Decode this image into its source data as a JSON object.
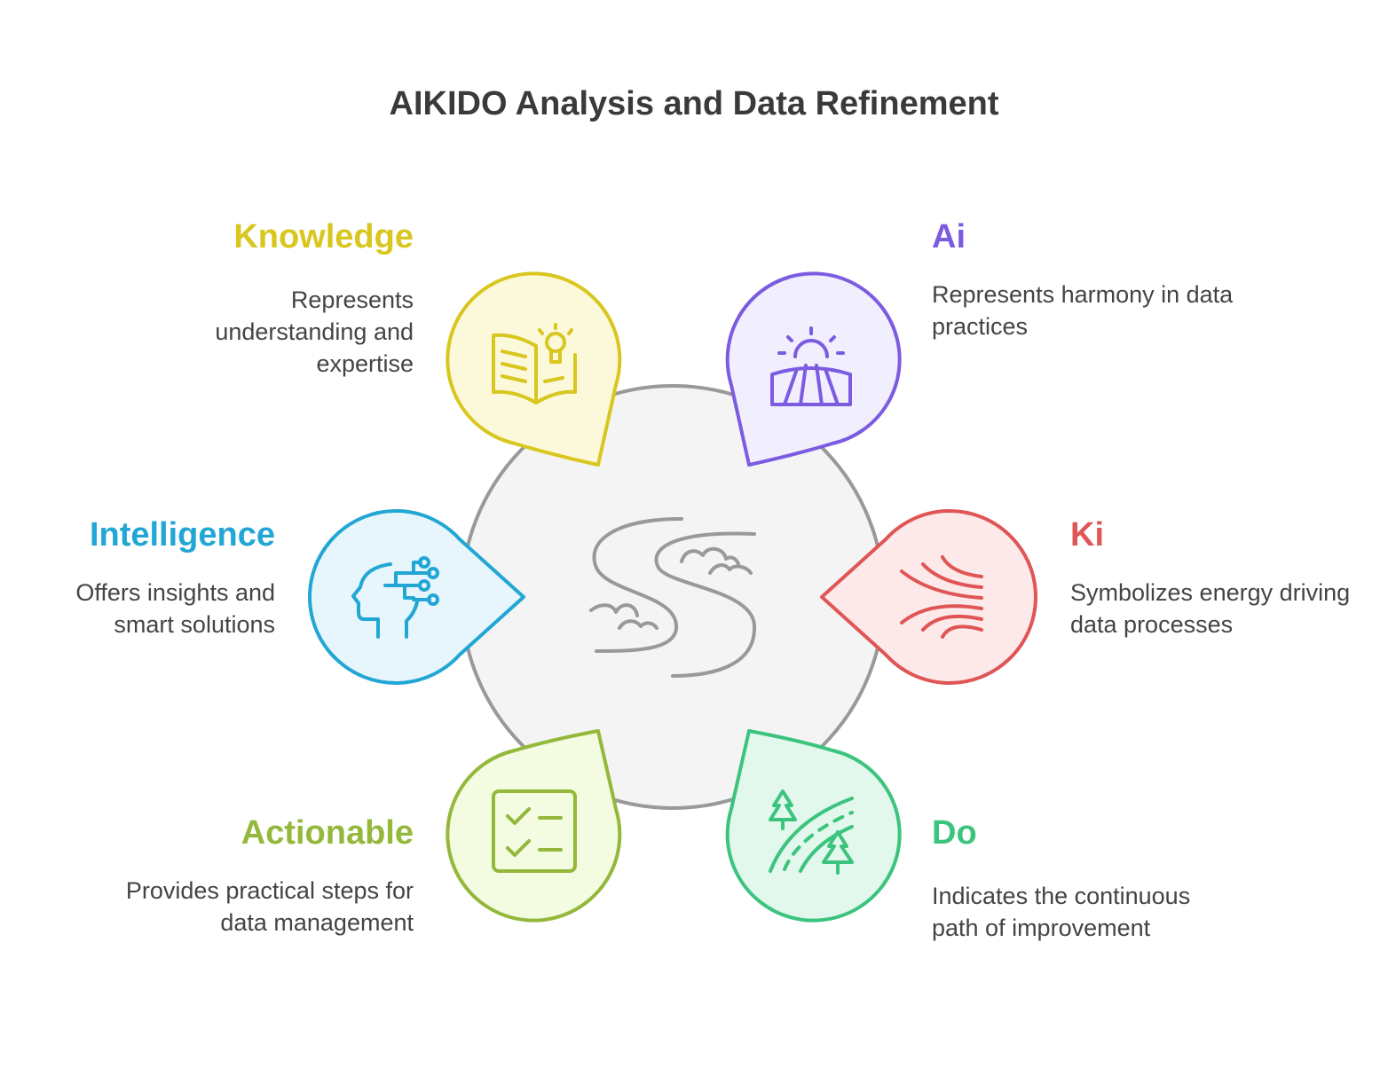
{
  "title": "AIKIDO Analysis and Data Refinement",
  "colors": {
    "knowledge": "#d9c61e",
    "ai": "#7b5ce0",
    "intelligence": "#22a6d4",
    "ki": "#e05555",
    "actionable": "#93b83a",
    "do": "#3cc47e",
    "center": "#999999"
  },
  "center_icon": "river-icon",
  "items": {
    "knowledge": {
      "heading": "Knowledge",
      "description": "Represents understanding and expertise",
      "icon": "open-book-lightbulb-icon"
    },
    "ai": {
      "heading": "Ai",
      "description": "Represents harmony in data practices",
      "icon": "sunrise-field-icon"
    },
    "intelligence": {
      "heading": "Intelligence",
      "description": "Offers insights and smart solutions",
      "icon": "head-circuit-icon"
    },
    "ki": {
      "heading": "Ki",
      "description": "Symbolizes energy driving data processes",
      "icon": "energy-flow-icon"
    },
    "actionable": {
      "heading": "Actionable",
      "description": "Provides practical steps for data management",
      "icon": "checklist-icon"
    },
    "do": {
      "heading": "Do",
      "description": "Indicates the continuous path of improvement",
      "icon": "forest-path-icon"
    }
  }
}
